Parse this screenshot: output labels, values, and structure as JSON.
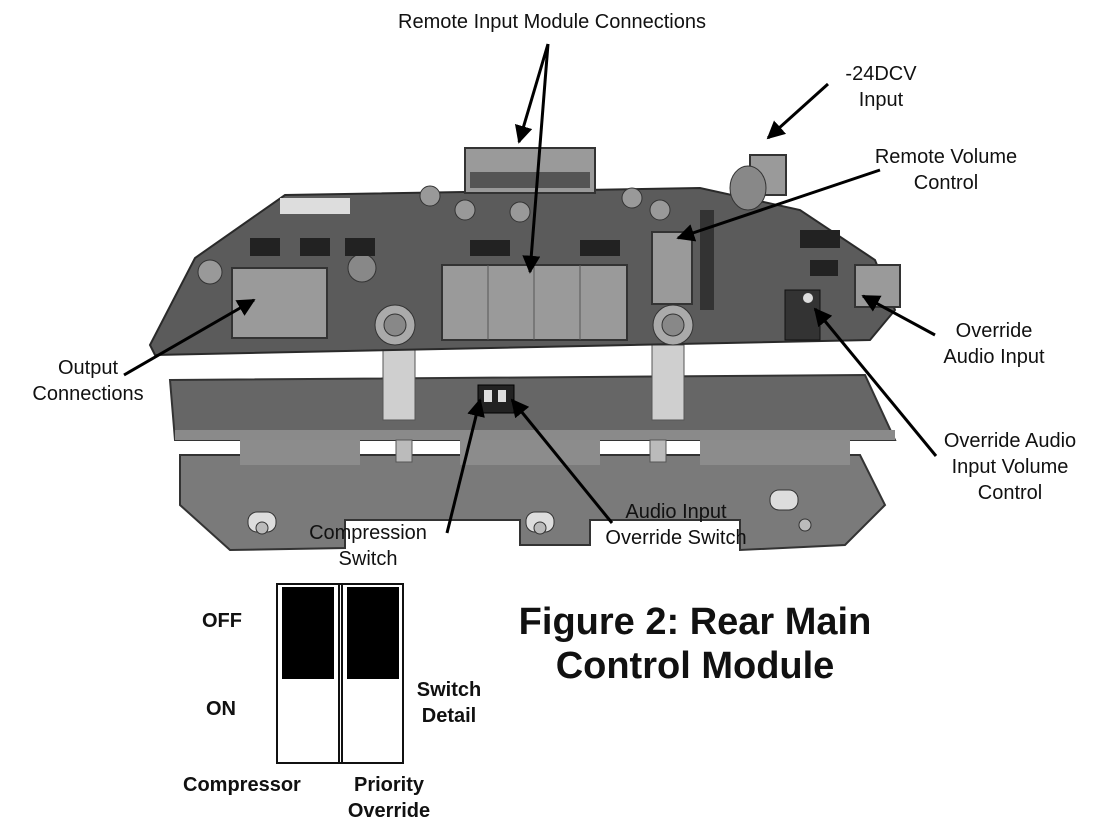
{
  "labels": {
    "remote_input": "Remote Input Module Connections",
    "dcv_input_line1": "-24DCV",
    "dcv_input_line2": "Input",
    "remote_volume_line1": "Remote Volume",
    "remote_volume_line2": "Control",
    "output_line1": "Output",
    "output_line2": "Connections",
    "override_audio_line1": "Override",
    "override_audio_line2": "Audio Input",
    "override_volume_line1": "Override Audio",
    "override_volume_line2": "Input Volume",
    "override_volume_line3": "Control",
    "compression_line1": "Compression",
    "compression_line2": "Switch",
    "audio_override_line1": "Audio Input",
    "audio_override_line2": "Override Switch"
  },
  "figure": {
    "title_line1": "Figure 2:  Rear Main",
    "title_line2": "Control Module"
  },
  "switch_detail": {
    "off_label": "OFF",
    "on_label": "ON",
    "detail_line1": "Switch",
    "detail_line2": "Detail",
    "left_switch_label": "Compressor",
    "right_switch_label_line1": "Priority",
    "right_switch_label_line2": "Override",
    "switch_positions": [
      "OFF",
      "OFF"
    ]
  },
  "colors": {
    "board": "#5b5b5b",
    "terminal": "#9a9a9a",
    "chassis": "#7a7a7a",
    "ink": "#111111"
  }
}
